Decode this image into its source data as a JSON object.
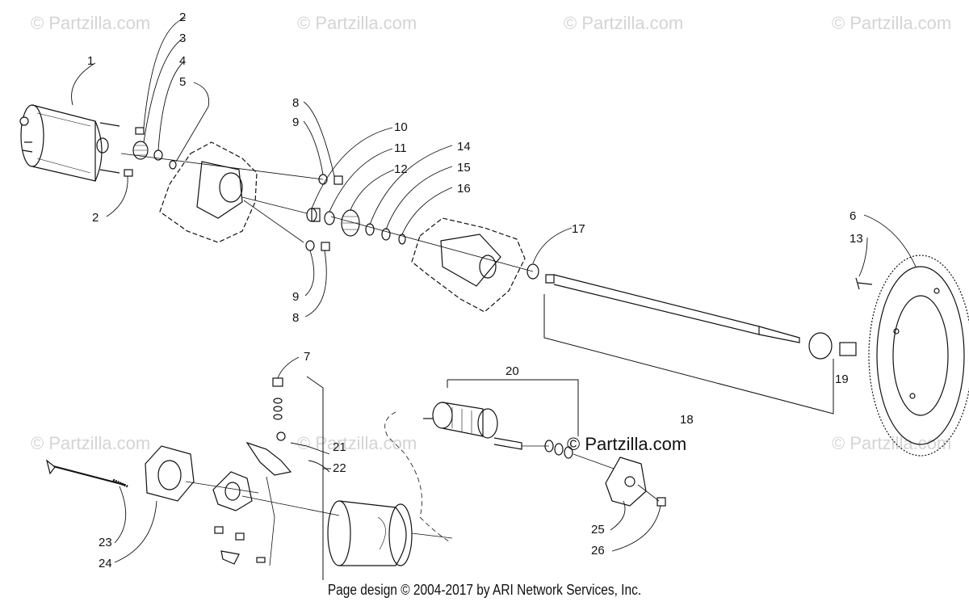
{
  "watermark": {
    "text": "© Partzilla.com",
    "center_text": "© Partzilla.com"
  },
  "footer": {
    "text": "Page design © 2004-2017 by ARI Network Services, Inc."
  },
  "callouts": {
    "c1": "1",
    "c2a": "2",
    "c2b": "2",
    "c3": "3",
    "c4": "4",
    "c5": "5",
    "c6": "6",
    "c7": "7",
    "c8a": "8",
    "c8b": "8",
    "c9a": "9",
    "c9b": "9",
    "c10": "10",
    "c11": "11",
    "c12": "12",
    "c13": "13",
    "c14": "14",
    "c15": "15",
    "c16": "16",
    "c17": "17",
    "c18": "18",
    "c19": "19",
    "c20": "20",
    "c21": "21",
    "c22": "22",
    "c23": "23",
    "c24": "24",
    "c25": "25",
    "c26": "26"
  }
}
